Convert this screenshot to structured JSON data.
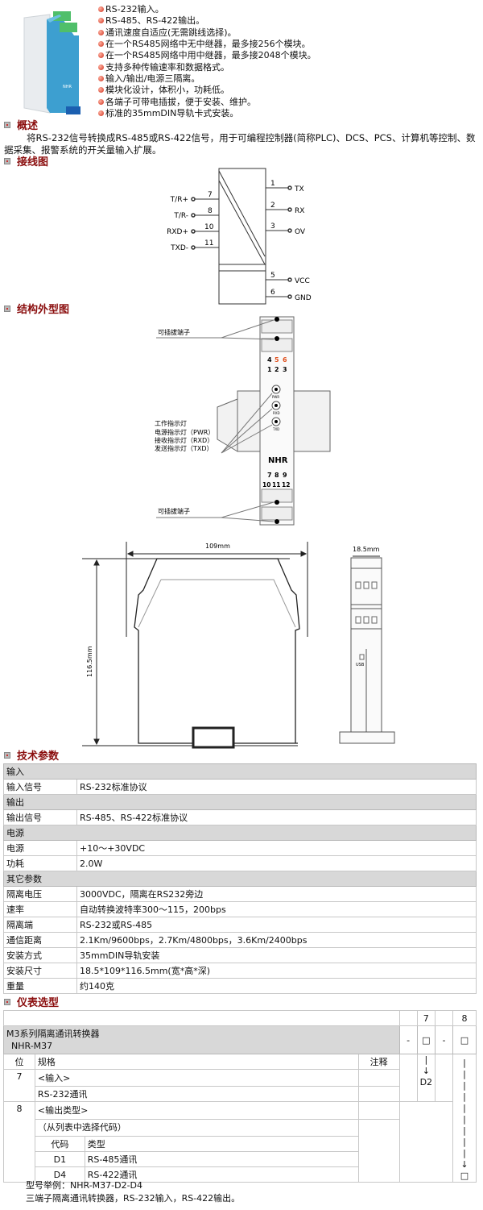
{
  "features": [
    "RS-232输入。",
    "RS-485、RS-422输出。",
    "通讯速度自适应(无需跳线选择)。",
    "在一个RS485网络中无中继器，最多接256个模块。",
    "在一个RS485网络中用中继器，最多接2048个模块。",
    "支持多种传输速率和数据格式。",
    "输入/输出/电源三隔离。",
    "模块化设计，体积小，功耗低。",
    "各端子可带电插拔，便于安装、维护。",
    "标准的35mmDIN导轨卡式安装。"
  ],
  "overview": {
    "title": "概述",
    "text": "将RS-232信号转换成RS-485或RS-422信号，用于可编程控制器(简称PLC)、DCS、PCS、计算机等控制、数据采集、报警系统的开关量输入扩展。"
  },
  "wiring": {
    "title": "接线图",
    "left": [
      {
        "label": "T/R+",
        "num": "7"
      },
      {
        "label": "T/R-",
        "num": "8"
      },
      {
        "label": "RXD+",
        "num": "10"
      },
      {
        "label": "TXD-",
        "num": "11"
      }
    ],
    "right": [
      {
        "label": "TX",
        "num": "1"
      },
      {
        "label": "RX",
        "num": "2"
      },
      {
        "label": "OV",
        "num": "3"
      },
      {
        "label": "VCC",
        "num": "5"
      },
      {
        "label": "GND",
        "num": "6"
      }
    ]
  },
  "structure": {
    "title": "结构外型图",
    "pluggable_top": "可插拔端子",
    "pluggable_bottom": "可插拔端子",
    "indicator_title": "工作指示灯",
    "pwr": "电源指示灯（PWR）",
    "rxd": "接收指示灯（RXD）",
    "txd": "发送指示灯（TXD）",
    "top_nums_a": [
      "4",
      "5",
      "6"
    ],
    "top_nums_b": [
      "1",
      "2",
      "3"
    ],
    "bot_nums_a": [
      "7",
      "8",
      "9"
    ],
    "bot_nums_b": [
      "10",
      "11",
      "12"
    ],
    "led_labels": [
      "PWR",
      "RXD",
      "TXD"
    ],
    "logo": "NHR",
    "width_dim": "109mm",
    "height_dim": "116.5mm",
    "side_width_dim": "18.5mm",
    "usb": "USB"
  },
  "specs": {
    "title": "技术参数",
    "rows": [
      {
        "group": "输入"
      },
      {
        "k": "输入信号",
        "v": "RS-232标准协议"
      },
      {
        "group": "输出"
      },
      {
        "k": "输出信号",
        "v": "RS-485、RS-422标准协议"
      },
      {
        "group": "电源"
      },
      {
        "k": "电源",
        "v": "+10～+30VDC"
      },
      {
        "k": "功耗",
        "v": "2.0W"
      },
      {
        "group": "其它参数"
      },
      {
        "k": "隔离电压",
        "v": "3000VDC，隔离在RS232旁边"
      },
      {
        "k": "速率",
        "v": "自动转换波特率300～115，200bps"
      },
      {
        "k": "隔离端",
        "v": "RS-232或RS-485"
      },
      {
        "k": "通信距离",
        "v": "2.1Km/9600bps，2.7Km/4800bps，3.6Km/2400bps"
      },
      {
        "k": "安装方式",
        "v": "35mmDIN导轨安装"
      },
      {
        "k": "安装尺寸",
        "v": "18.5*109*116.5mm(宽*高*深)"
      },
      {
        "k": "重量",
        "v": "约140克"
      }
    ]
  },
  "selection": {
    "title": "仪表选型",
    "pos7": "7",
    "pos8": "8",
    "series": "M3系列隔离通讯转换器",
    "model": "NHR-M37",
    "dash": "-",
    "box": "□",
    "h_pos": "位",
    "h_spec": "规格",
    "h_note": "注释",
    "r7": "7",
    "r7a": "<输入>",
    "r7b": "RS-232通讯",
    "d2": "D2",
    "r8": "8",
    "r8a": "<输出类型>",
    "r8b": "（从列表中选择代码）",
    "h_code": "代码",
    "h_type": "类型",
    "codes": [
      {
        "code": "D1",
        "type": "RS-485通讯"
      },
      {
        "code": "D4",
        "type": "RS-422通讯"
      }
    ],
    "example": "型号举例：NHR-M37-D2-D4",
    "example_desc": "三端子隔离通讯转换器，RS-232输入，RS-422输出。"
  }
}
